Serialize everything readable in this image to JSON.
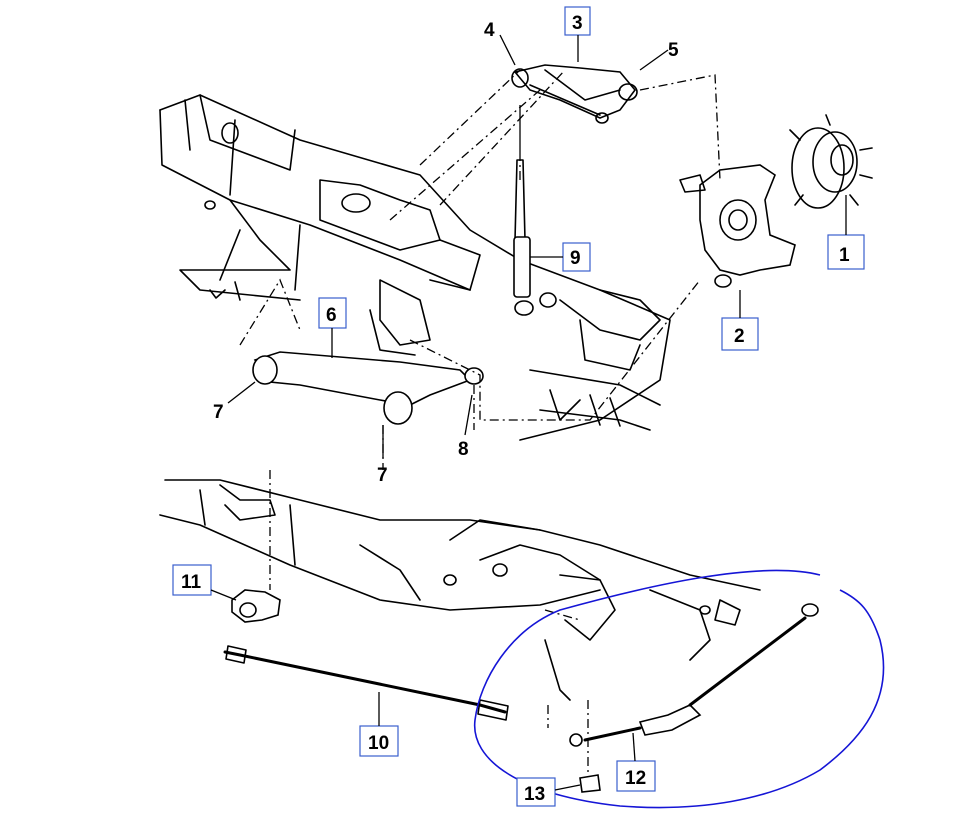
{
  "diagram": {
    "callouts": [
      {
        "id": "1",
        "text": "1",
        "boxed": true
      },
      {
        "id": "2",
        "text": "2",
        "boxed": true
      },
      {
        "id": "3",
        "text": "3",
        "boxed": true
      },
      {
        "id": "4",
        "text": "4",
        "boxed": false
      },
      {
        "id": "5",
        "text": "5",
        "boxed": false
      },
      {
        "id": "6",
        "text": "6",
        "boxed": true
      },
      {
        "id": "7a",
        "text": "7",
        "boxed": false
      },
      {
        "id": "7b",
        "text": "7",
        "boxed": false
      },
      {
        "id": "8",
        "text": "8",
        "boxed": false
      },
      {
        "id": "9",
        "text": "9",
        "boxed": true
      },
      {
        "id": "10",
        "text": "10",
        "boxed": true
      },
      {
        "id": "11",
        "text": "11",
        "boxed": true
      },
      {
        "id": "12",
        "text": "12",
        "boxed": true
      },
      {
        "id": "13",
        "text": "13",
        "boxed": true
      }
    ],
    "annotation_color": "#1515d6",
    "box_color": "#3a5fcd"
  }
}
